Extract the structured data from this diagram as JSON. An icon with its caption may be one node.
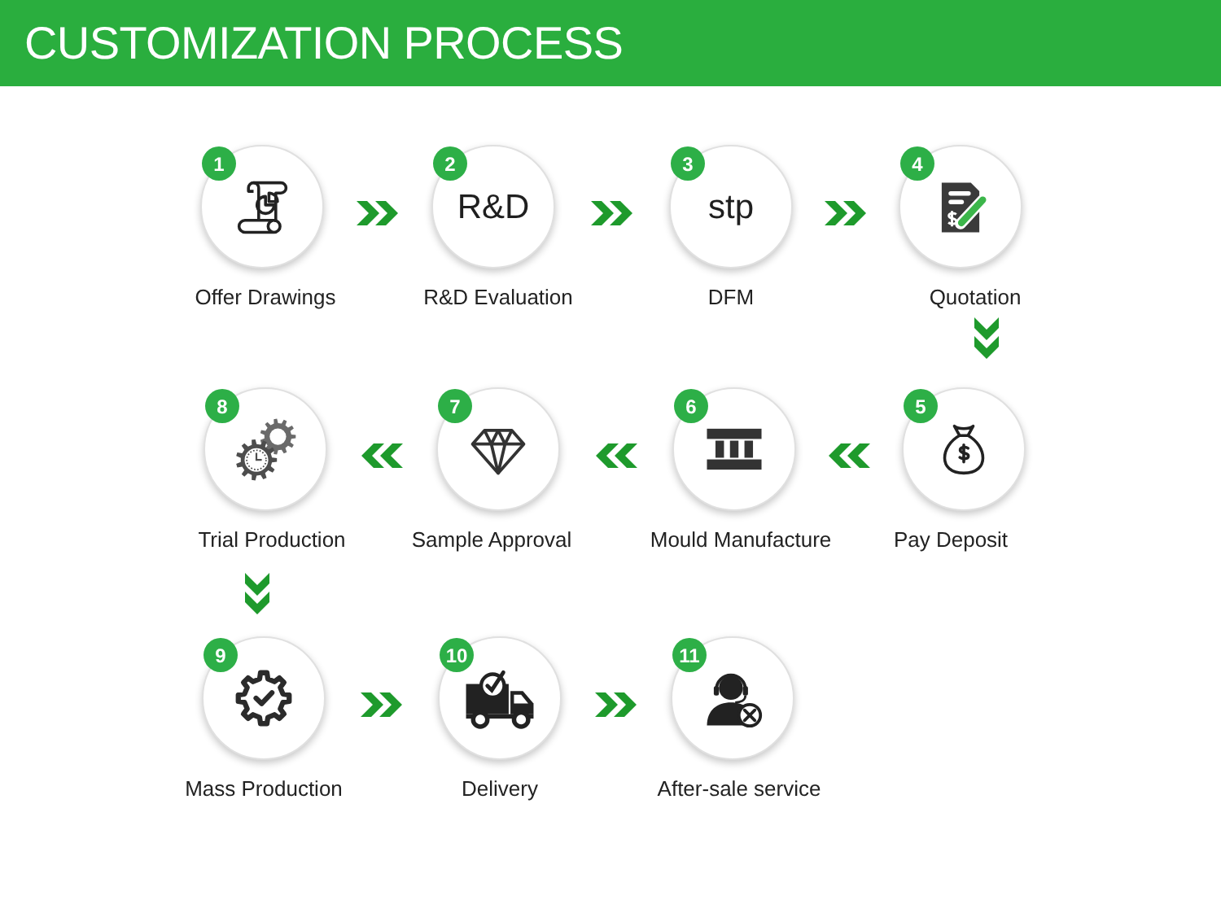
{
  "diagram": {
    "title": "CUSTOMIZATION PROCESS",
    "nodes": [
      {
        "text": [
          "1"
        ],
        "beside": [
          "Offer Drawings"
        ]
      },
      {
        "text": [
          "2",
          "R&D"
        ],
        "beside": [
          "R&D Evaluation"
        ]
      },
      {
        "text": [
          "3",
          "stp"
        ],
        "beside": [
          "DFM"
        ]
      },
      {
        "text": [
          "4"
        ],
        "beside": [
          "Quotation"
        ]
      },
      {
        "text": [
          "5"
        ],
        "beside": [
          "Pay Deposit"
        ]
      },
      {
        "text": [
          "6"
        ],
        "beside": [
          "Mould Manufacture"
        ]
      },
      {
        "text": [
          "7"
        ],
        "beside": [
          "Sample Approval"
        ]
      },
      {
        "text": [
          "8"
        ],
        "beside": [
          "Trial Production"
        ]
      },
      {
        "text": [
          "9"
        ],
        "beside": [
          "Mass Production"
        ]
      },
      {
        "text": [
          "10"
        ],
        "beside": [
          "Delivery"
        ]
      },
      {
        "text": [
          "11"
        ],
        "beside": [
          "After-sale service"
        ]
      }
    ],
    "edges": [
      {
        "from": 0,
        "to": 1,
        "arrow": "to"
      },
      {
        "from": 1,
        "to": 2,
        "arrow": "to"
      },
      {
        "from": 2,
        "to": 3,
        "arrow": "to"
      },
      {
        "from": 3,
        "to": 4,
        "arrow": "to"
      },
      {
        "from": 4,
        "to": 5,
        "arrow": "to"
      },
      {
        "from": 5,
        "to": 6,
        "arrow": "to"
      },
      {
        "from": 6,
        "to": 7,
        "arrow": "to"
      },
      {
        "from": 7,
        "to": 8,
        "arrow": "to"
      },
      {
        "from": 8,
        "to": 9,
        "arrow": "to"
      },
      {
        "from": 9,
        "to": 10,
        "arrow": "to"
      }
    ]
  }
}
